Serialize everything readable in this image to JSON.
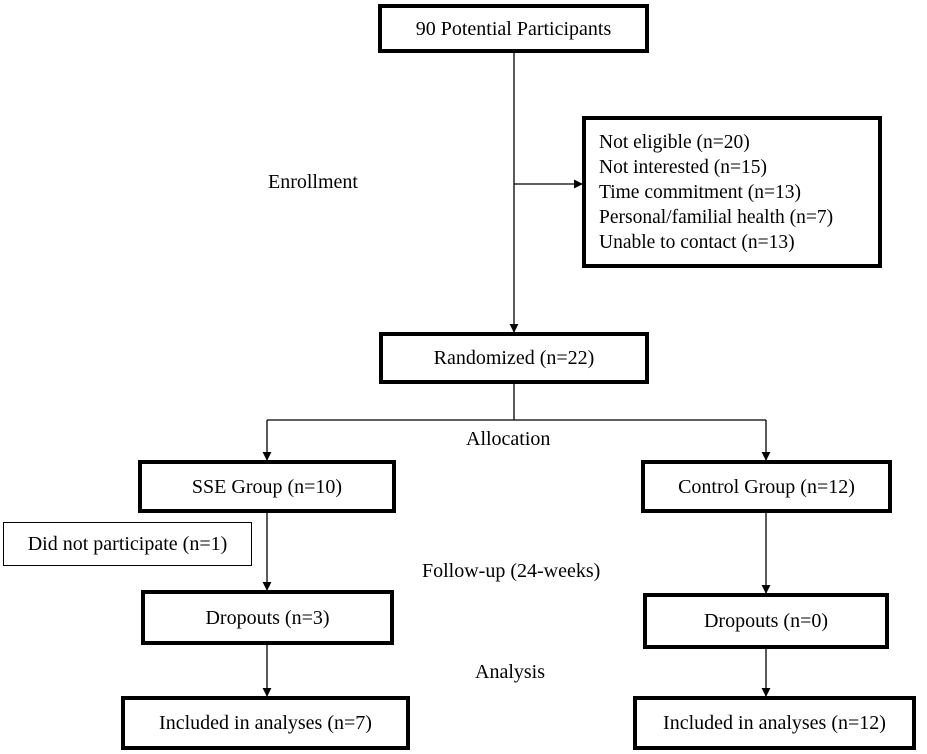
{
  "nodes": {
    "potential": "90 Potential Participants",
    "exclusions": [
      "Not eligible (n=20)",
      "Not interested (n=15)",
      "Time commitment (n=13)",
      "Personal/familial health (n=7)",
      "Unable to contact (n=13)"
    ],
    "randomized": "Randomized (n=22)",
    "sse_group": "SSE Group (n=10)",
    "control_group": "Control Group (n=12)",
    "did_not_participate": "Did not participate (n=1)",
    "sse_dropouts": "Dropouts (n=3)",
    "control_dropouts": "Dropouts (n=0)",
    "sse_included": "Included in analyses (n=7)",
    "control_included": "Included in analyses (n=12)"
  },
  "stages": {
    "enrollment": "Enrollment",
    "allocation": "Allocation",
    "followup": "Follow-up (24-weeks)",
    "analysis": "Analysis"
  }
}
